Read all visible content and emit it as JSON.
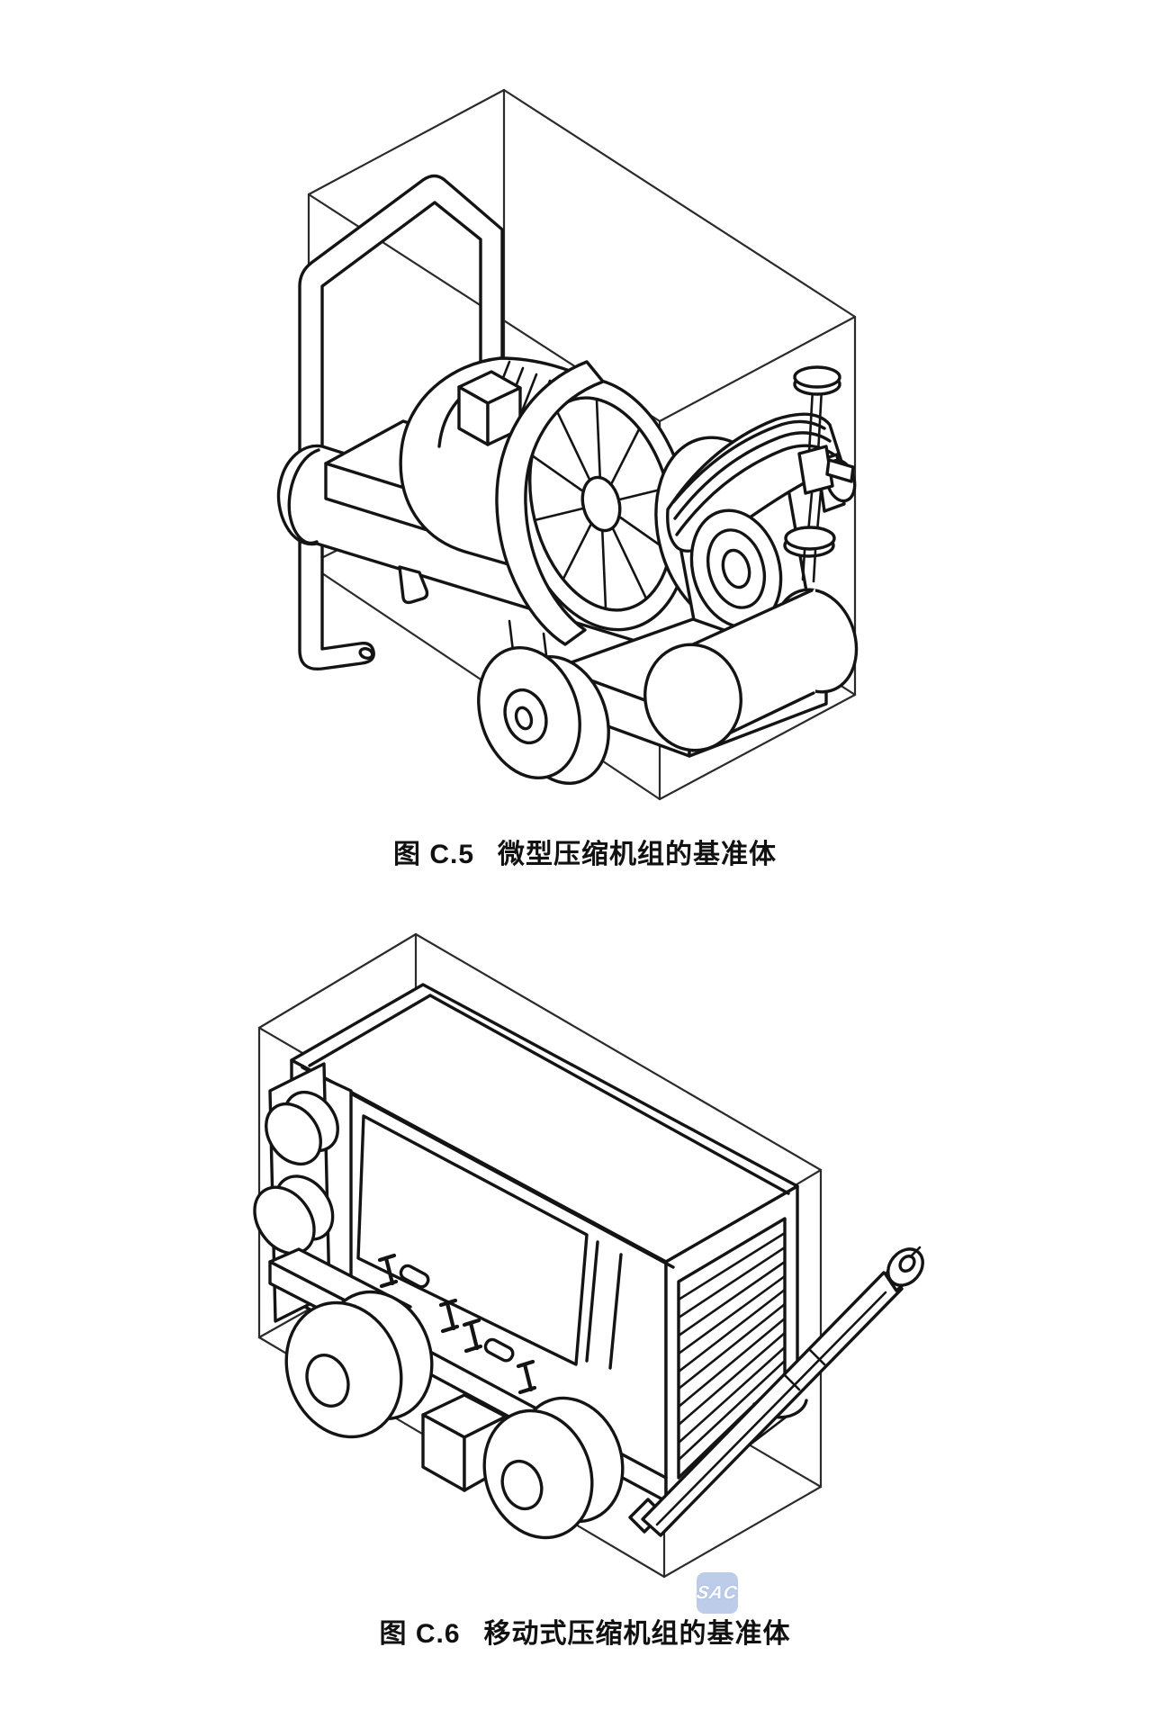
{
  "page": {
    "background": "#ffffff",
    "ink_color": "#141414",
    "box_line_color": "#2b2b2b"
  },
  "figures": {
    "c5": {
      "label": "图 C.5",
      "title": "微型压缩机组的基准体"
    },
    "c6": {
      "label": "图 C.6",
      "title": "移动式压缩机组的基准体"
    }
  },
  "watermark": {
    "text": "SAC",
    "tile_color": "#bdcce9",
    "text_color": "#ffffff"
  }
}
